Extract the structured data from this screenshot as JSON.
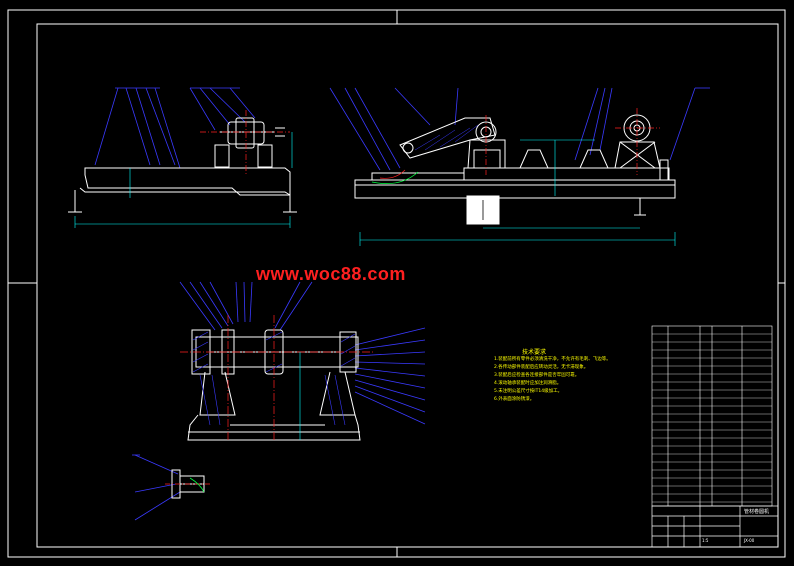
{
  "watermark": "www.woc88.com",
  "technical_notes": {
    "title": "技术要求",
    "items": [
      "1.装配前所有零件必须清洗干净，不允许有毛刺、飞边等。",
      "2.各传动部件装配后应转动灵活，无卡滞现象。",
      "3.装配后应检查各连接部件是否牢固可靠。",
      "4.滚动轴承装配时应加注润滑脂。",
      "5.未注明公差尺寸按IT14级加工。",
      "6.外表面涂防锈漆。"
    ]
  },
  "title_block": {
    "drawing_title": "管材卷圆机",
    "drawing_number": "JX-00",
    "scale": "1:5"
  },
  "colors": {
    "background": "#000000",
    "outline": "#ffffff",
    "leader": "#3a3aff",
    "centerline": "#ff2020",
    "hatch": "#3a3aff",
    "dimension": "#00ffff",
    "notes": "#ffff00"
  }
}
